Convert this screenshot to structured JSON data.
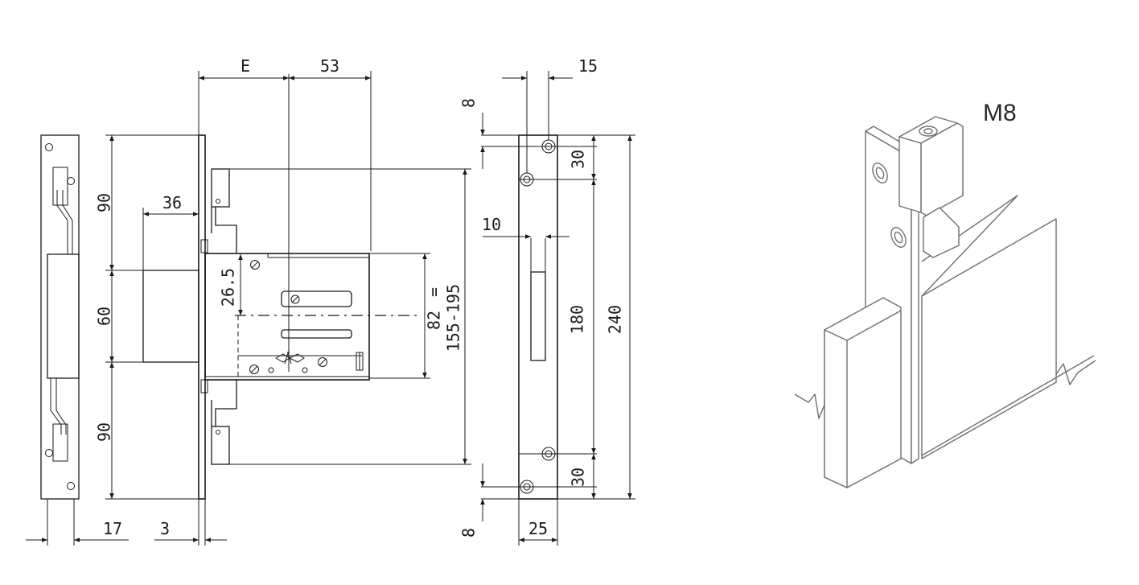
{
  "model_label": "M8",
  "dimensions": {
    "backset": "E",
    "lock_depth": "53",
    "faceplate_offset": "15",
    "top_margin_upper": "8",
    "screw_pitch_top": "30",
    "strike_slot_width": "10",
    "upper_latch_height": "90",
    "bolt_projection": "36",
    "bolt_height": "60",
    "lower_latch_height": "90",
    "latch_offset": "26.5",
    "handle_spacing": "82",
    "handle_spacing_mark": "=",
    "rod_range": "155-195",
    "strike_height": "180",
    "plate_height": "240",
    "screw_pitch_bottom": "30",
    "edge_width": "17",
    "plate_thickness": "3",
    "bottom_margin": "8",
    "strike_width": "25"
  }
}
